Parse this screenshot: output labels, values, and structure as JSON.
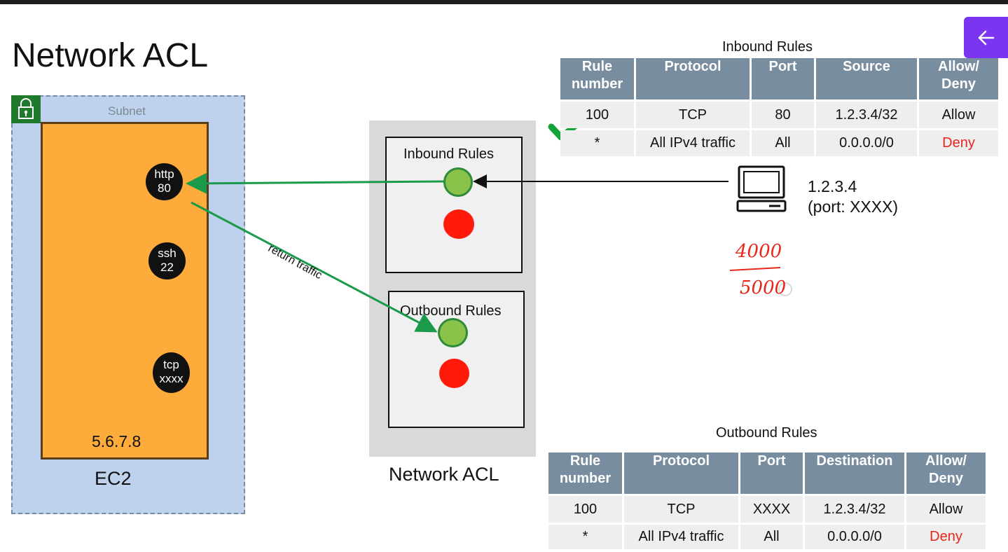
{
  "page": {
    "title": "Network ACL"
  },
  "subnet": {
    "label": "Subnet"
  },
  "ec2": {
    "label": "EC2",
    "ip": "5.6.7.8",
    "ports": [
      {
        "line1": "http",
        "line2": "80"
      },
      {
        "line1": "ssh",
        "line2": "22"
      },
      {
        "line1": "tcp",
        "line2": "xxxx"
      }
    ]
  },
  "acl": {
    "label": "Network ACL",
    "inbound_box_label": "Inbound Rules",
    "outbound_box_label": "Outbound Rules"
  },
  "flow": {
    "return_label": "return traffic"
  },
  "client": {
    "ip": "1.2.3.4",
    "port": "(port: XXXX)"
  },
  "inbound_table": {
    "title": "Inbound Rules",
    "headers": [
      "Rule number",
      "Protocol",
      "Port",
      "Source",
      "Allow/ Deny"
    ],
    "rows": [
      [
        "100",
        "TCP",
        "80",
        "1.2.3.4/32",
        "Allow"
      ],
      [
        "*",
        "All IPv4 traffic",
        "All",
        "0.0.0.0/0",
        "Deny"
      ]
    ]
  },
  "outbound_table": {
    "title": "Outbound Rules",
    "headers": [
      "Rule number",
      "Protocol",
      "Port",
      "Destination",
      "Allow/ Deny"
    ],
    "rows": [
      [
        "100",
        "TCP",
        "XXXX",
        "1.2.3.4/32",
        "Allow"
      ],
      [
        "*",
        "All IPv4 traffic",
        "All",
        "0.0.0.0/0",
        "Deny"
      ]
    ]
  },
  "annotations": {
    "line1": "4000",
    "line2": "5000"
  },
  "icons": [
    "lock-icon",
    "computer-icon",
    "checkmark-icon",
    "back-arrow-icon"
  ],
  "colors": {
    "subnet_fill": "#bfd2ed",
    "ec2_fill": "#fdab3b",
    "allow_dot": "#8bc34a",
    "deny_dot": "#ff1a0a",
    "flow_arrow": "#1a9a4a",
    "deny_text": "#e8261b",
    "table_header": "#788d9f",
    "back_button": "#7b35f0"
  }
}
